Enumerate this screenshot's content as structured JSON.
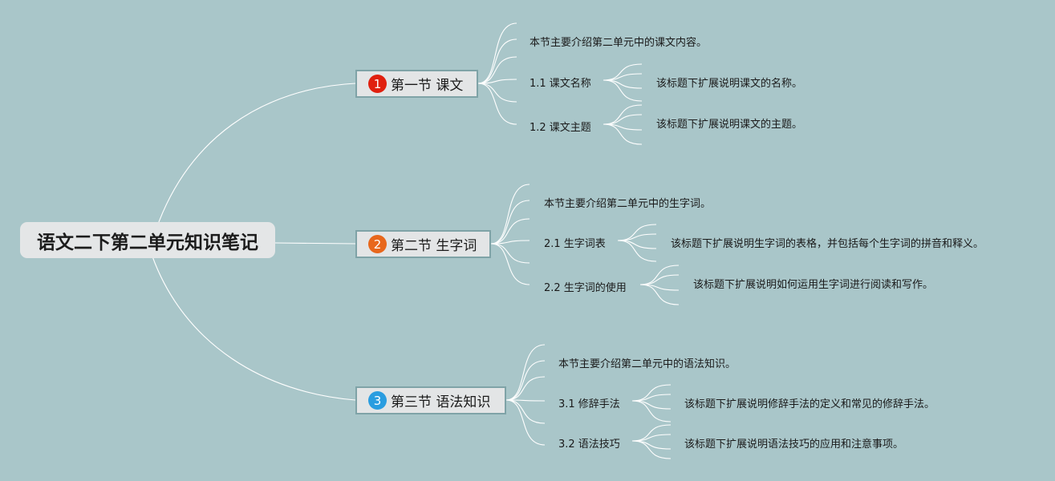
{
  "root": {
    "title": "语文二下第二单元知识笔记"
  },
  "sections": [
    {
      "number": "1",
      "title": "第一节 课文",
      "badge_color": "#e0200f",
      "intro": "本节主要介绍第二单元中的课文内容。",
      "subs": [
        {
          "label": "1.1 课文名称",
          "detail": "该标题下扩展说明课文的名称。"
        },
        {
          "label": "1.2 课文主题",
          "detail": "该标题下扩展说明课文的主题。"
        }
      ]
    },
    {
      "number": "2",
      "title": "第二节 生字词",
      "badge_color": "#e8671c",
      "intro": "本节主要介绍第二单元中的生字词。",
      "subs": [
        {
          "label": "2.1 生字词表",
          "detail": "该标题下扩展说明生字词的表格，并包括每个生字词的拼音和释义。"
        },
        {
          "label": "2.2 生字词的使用",
          "detail": "该标题下扩展说明如何运用生字词进行阅读和写作。"
        }
      ]
    },
    {
      "number": "3",
      "title": "第三节 语法知识",
      "badge_color": "#2a9de0",
      "intro": "本节主要介绍第二单元中的语法知识。",
      "subs": [
        {
          "label": "3.1 修辞手法",
          "detail": "该标题下扩展说明修辞手法的定义和常见的修辞手法。"
        },
        {
          "label": "3.2 语法技巧",
          "detail": "该标题下扩展说明语法技巧的应用和注意事项。"
        }
      ]
    }
  ]
}
